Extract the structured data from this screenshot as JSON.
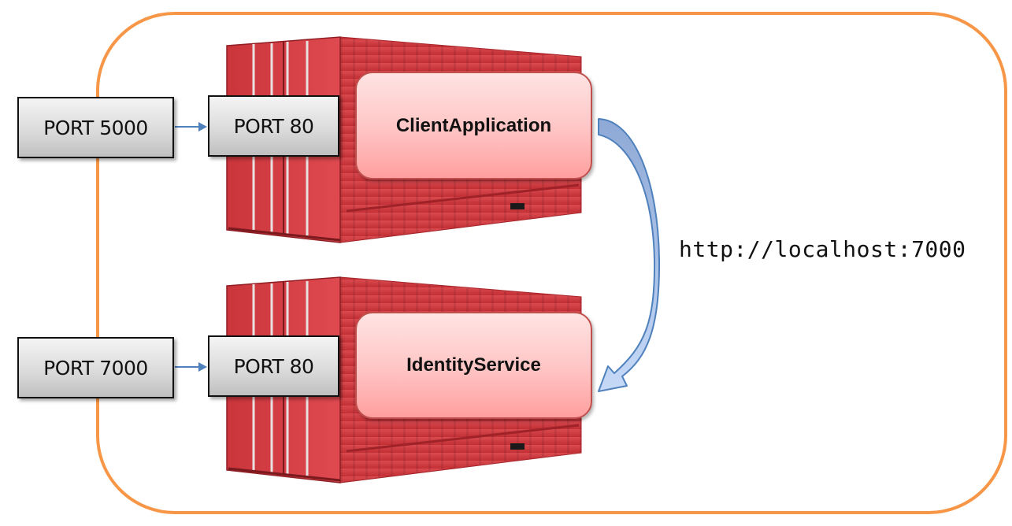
{
  "diagram": {
    "frame_color": "#F79646",
    "container_color": "#D9383D",
    "containers": [
      {
        "name": "client-application",
        "app_label": "ClientApplication",
        "host_port_label": "PORT 5000",
        "container_port_label": "PORT 80"
      },
      {
        "name": "identity-service",
        "app_label": "IdentityService",
        "host_port_label": "PORT 7000",
        "container_port_label": "PORT 80"
      }
    ],
    "connection": {
      "from": "ClientApplication",
      "to": "IdentityService",
      "label": "http://localhost:7000",
      "arrow_color": "#4F81BD"
    }
  }
}
